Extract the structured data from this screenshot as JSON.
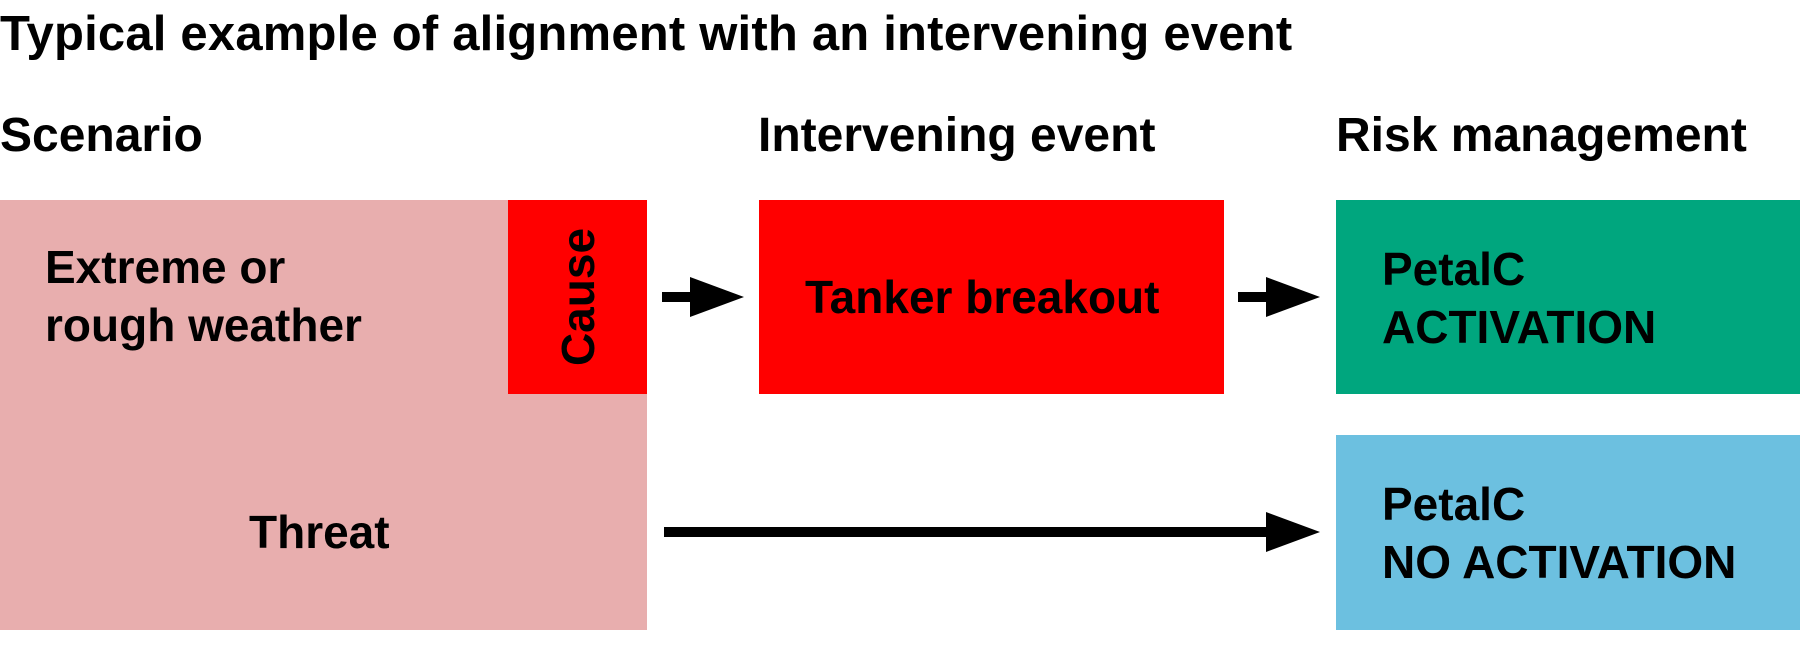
{
  "title": "Typical example of alignment with an intervening event",
  "columns": {
    "scenario": "Scenario",
    "intervening": "Intervening event",
    "risk": "Risk management"
  },
  "scenario": {
    "line1": "Extreme or",
    "line2": "rough weather",
    "cause": "Cause",
    "threat": "Threat"
  },
  "event": {
    "label": "Tanker breakout"
  },
  "risk": {
    "activation": {
      "line1": "PetalC",
      "line2": "ACTIVATION"
    },
    "no_activation": {
      "line1": "PetalC",
      "line2": "NO ACTIVATION"
    }
  },
  "colors": {
    "scenario_bg": "#e8aeae",
    "cause_bg": "#ff0000",
    "event_bg": "#ff0000",
    "activation_bg": "#00a67e",
    "no_activation_bg": "#6cc0e0",
    "arrow": "#000000"
  }
}
